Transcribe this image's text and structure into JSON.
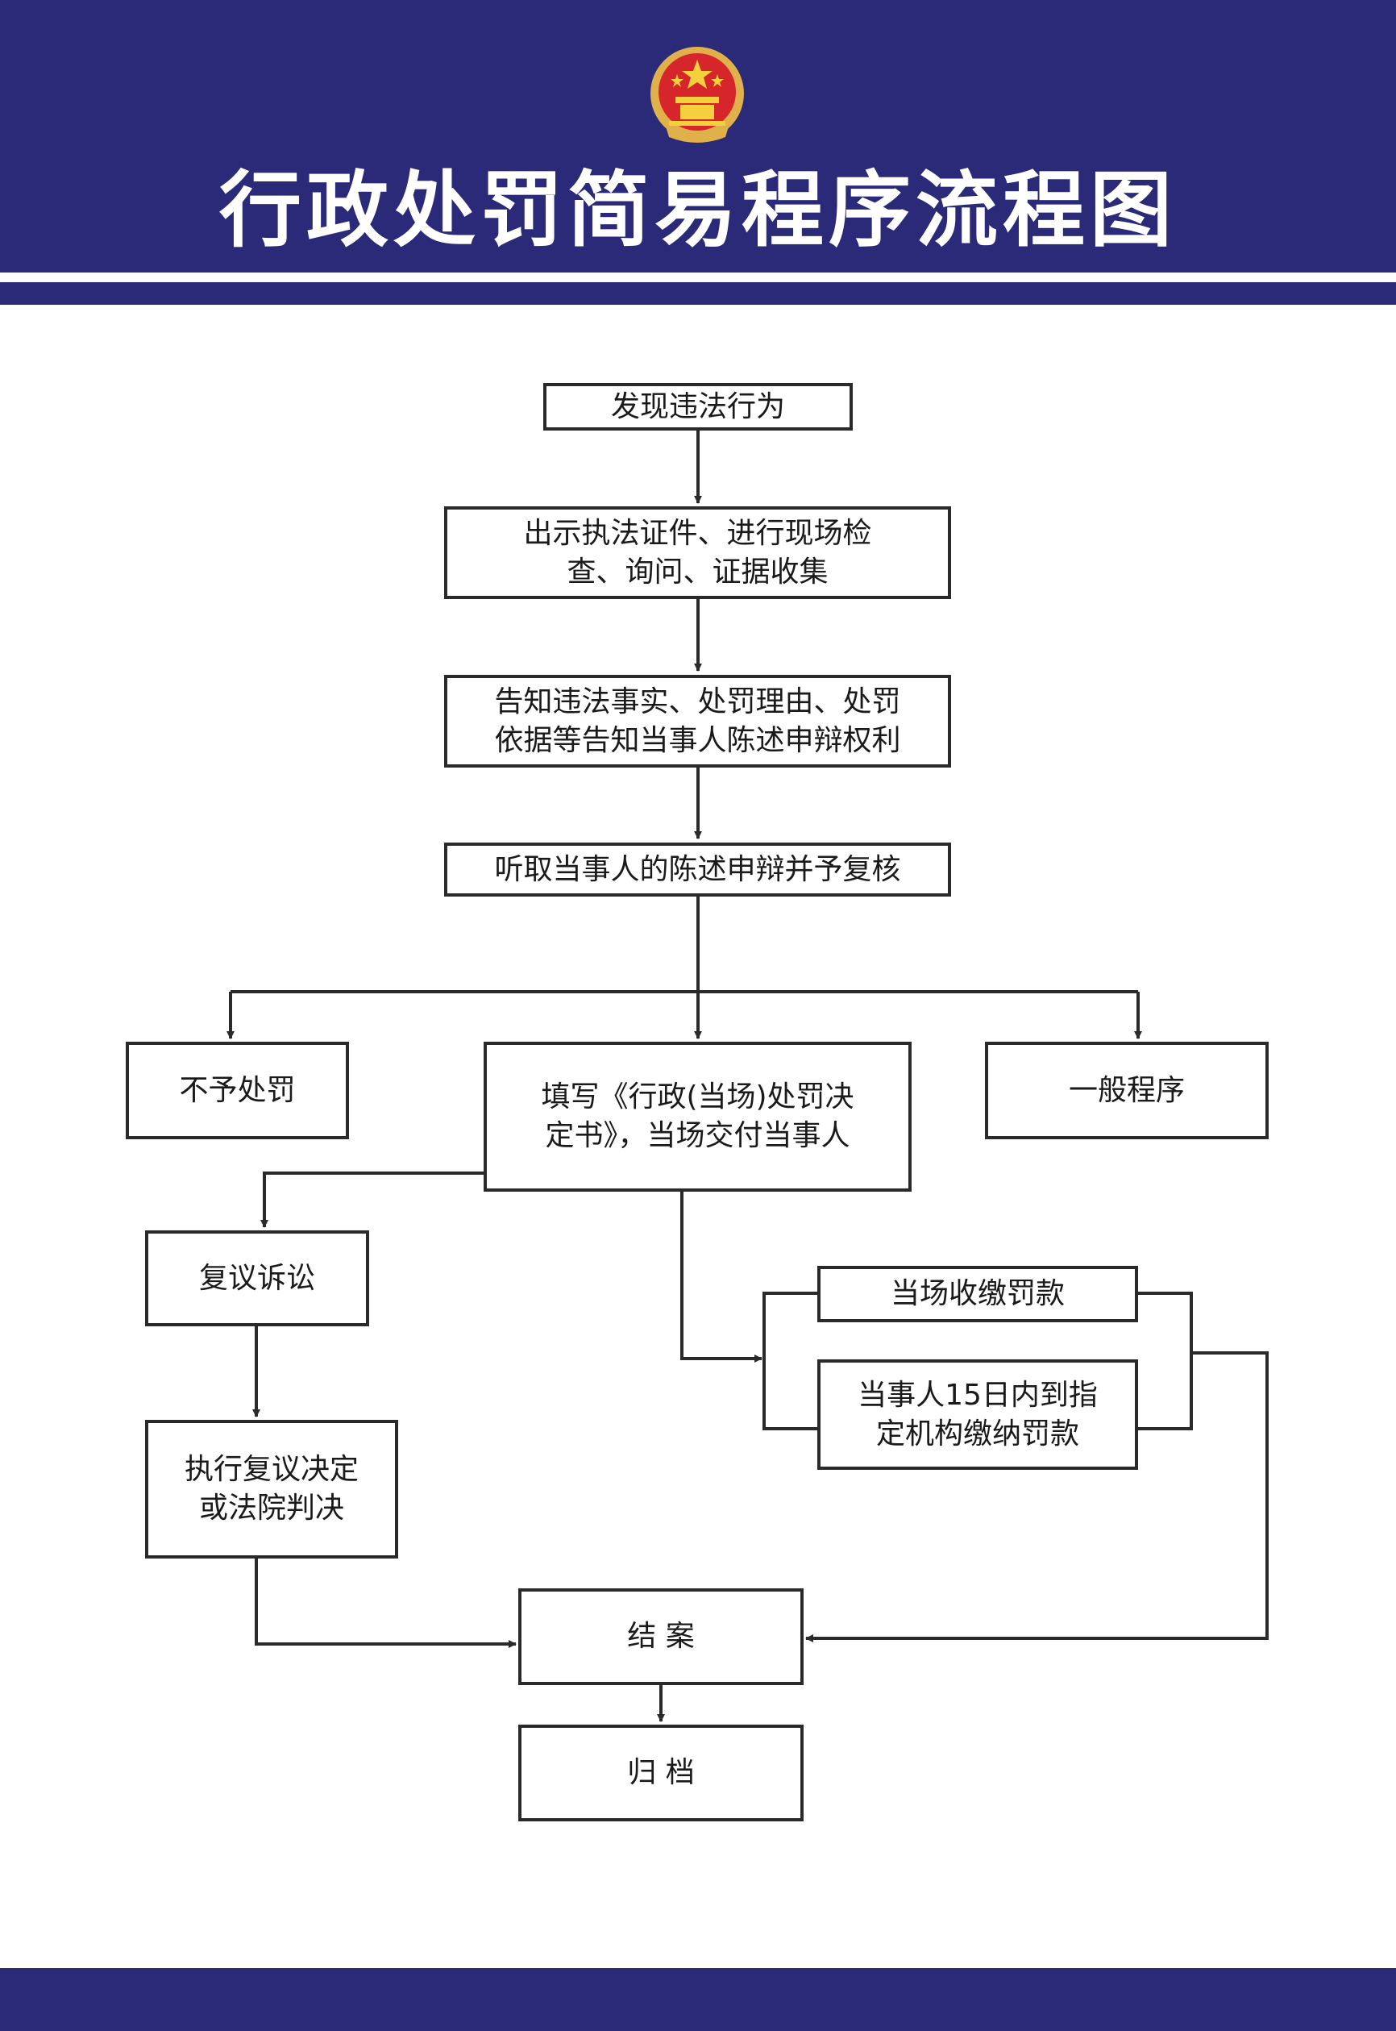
{
  "header": {
    "title": "行政处罚简易程序流程图",
    "emblem_icon": "national-emblem-icon",
    "background_color": "#2b2a78"
  },
  "steps": {
    "discover": "发现违法行为",
    "inspect": "出示执法证件、进行现场检\n查、询问、证据收集",
    "inform": "告知违法事实、处罚理由、处罚\n依据等告知当事人陈述申辩权利",
    "hear": "听取当事人的陈述申辩并予复核",
    "no_penalty": "不予处罚",
    "fill_decision": "填写《行政(当场)处罚决\n定书》，当场交付当事人",
    "general_procedure": "一般程序",
    "review_litigation": "复议诉讼",
    "collect_on_site": "当场收缴罚款",
    "pay_within_15": "当事人15日内到指\n定机构缴纳罚款",
    "execute_decision": "执行复议决定\n或法院判决",
    "close_case": "结  案",
    "archive": "归  档"
  },
  "colors": {
    "line": "#2a2a2a",
    "box_border": "#2a2a2a"
  }
}
